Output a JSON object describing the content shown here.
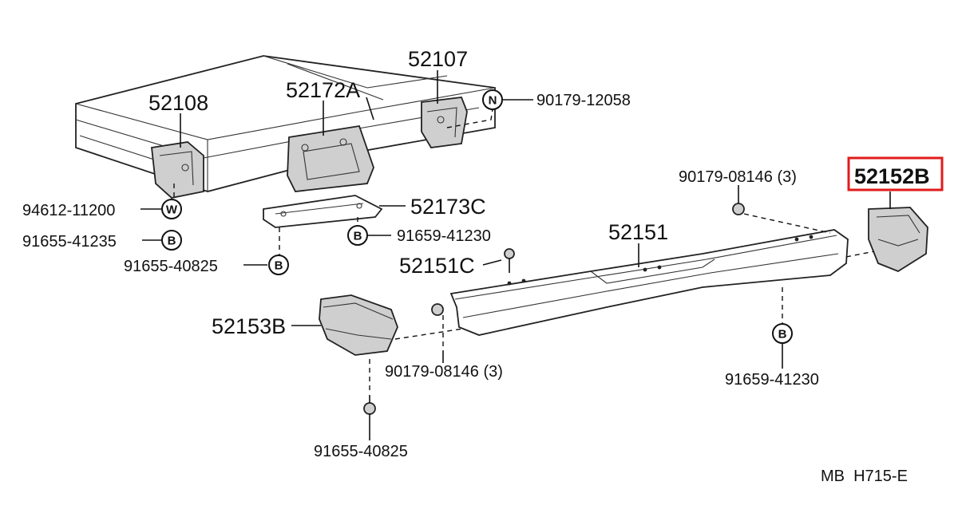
{
  "parts": {
    "p52107": "52107",
    "p52108": "52108",
    "p52172a": "52172A",
    "p52173c": "52173C",
    "p52151": "52151",
    "p52151c": "52151C",
    "p52152b": "52152B",
    "p52153b": "52153B",
    "p90179_12058": "90179-12058",
    "p90179_08146_top": "90179-08146 (3)",
    "p90179_08146_bot": "90179-08146 (3)",
    "p94612_11200": "94612-11200",
    "p91655_41235": "91655-41235",
    "p91655_40825_left": "91655-40825",
    "p91655_40825_bot": "91655-40825",
    "p91659_41230_mid": "91659-41230",
    "p91659_41230_right": "91659-41230"
  },
  "symbols": {
    "n": "N",
    "w": "W",
    "b": "B"
  },
  "footer": {
    "code": "MB  H715-E"
  },
  "highlight_color": "#e21b1b"
}
